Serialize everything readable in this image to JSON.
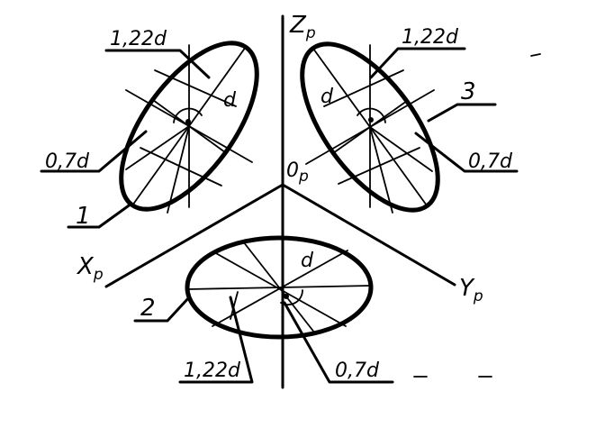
{
  "axes": {
    "z_main": "Z",
    "z_sub": "p",
    "x_main": "X",
    "x_sub": "p",
    "y_main": "Y",
    "y_sub": "p",
    "origin_main": "0",
    "origin_sub": "p"
  },
  "ellipses": [
    {
      "number": "1",
      "major_label": "1,22d",
      "minor_label": "0,7d",
      "diameter_label": "d"
    },
    {
      "number": "2",
      "major_label": "1,22d",
      "minor_label": "0,7d",
      "diameter_label": "d"
    },
    {
      "number": "3",
      "major_label": "1,22d",
      "minor_label": "0,7d",
      "diameter_label": "d"
    }
  ]
}
